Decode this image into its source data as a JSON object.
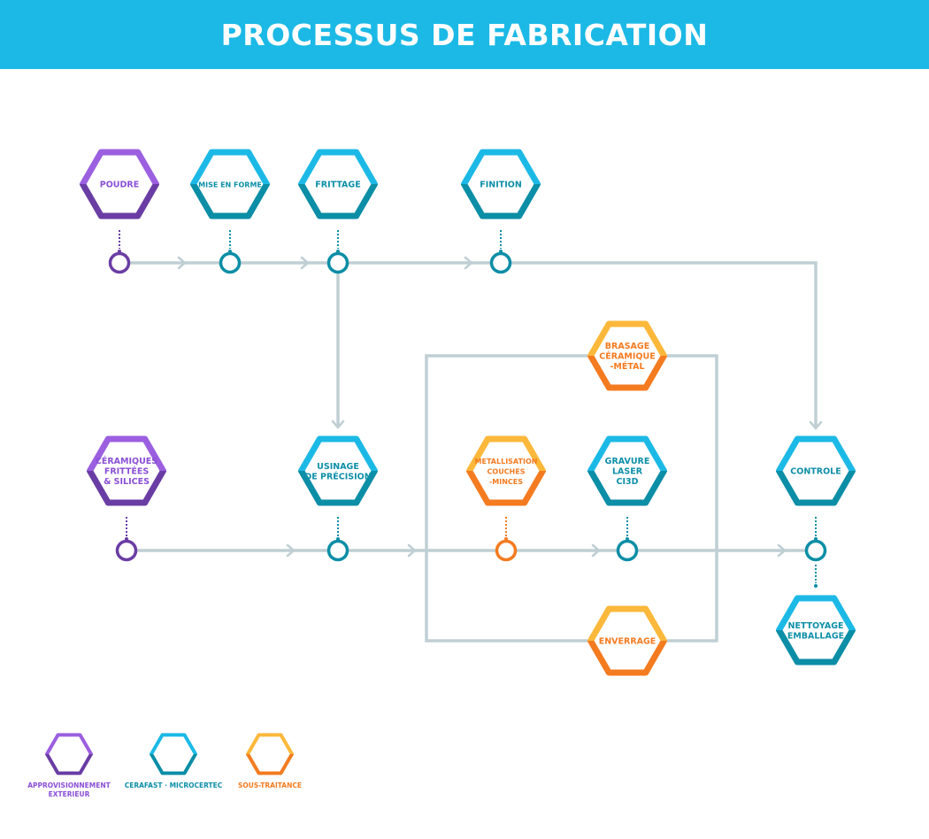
{
  "title": "PROCESSUS DE FABRICATION",
  "colors": {
    "header_bg": "#1cb9e6",
    "connector": "#bfcfd3",
    "purple": {
      "light": "#9b5fe0",
      "dark": "#6a3da4",
      "text": "#8a4fd6"
    },
    "blue": {
      "light": "#1cb9e6",
      "dark": "#0b8ea6",
      "text": "#0d8fa8"
    },
    "orange": {
      "light": "#fbb83a",
      "dark": "#f47b20",
      "text": "#f47b20"
    }
  },
  "nodes": [
    {
      "id": "poudre",
      "group": "purple",
      "lines": [
        "POUDRE"
      ]
    },
    {
      "id": "mise-en-forme",
      "group": "blue",
      "lines": [
        "MISE EN FORME"
      ]
    },
    {
      "id": "frittage",
      "group": "blue",
      "lines": [
        "FRITTAGE"
      ]
    },
    {
      "id": "finition",
      "group": "blue",
      "lines": [
        "FINITION"
      ]
    },
    {
      "id": "brasage",
      "group": "orange",
      "lines": [
        "BRASAGE",
        "CÉRAMIQUE",
        "-MÉTAL"
      ]
    },
    {
      "id": "ceramiques",
      "group": "purple",
      "lines": [
        "CÉRAMIQUES",
        "FRITTÉES",
        "& SILICES"
      ]
    },
    {
      "id": "usinage",
      "group": "blue",
      "lines": [
        "USINAGE",
        "DE PRÉCISION"
      ]
    },
    {
      "id": "metallisation",
      "group": "orange",
      "lines": [
        "METALLISATION",
        "COUCHES",
        "-MINCES"
      ]
    },
    {
      "id": "gravure",
      "group": "blue",
      "lines": [
        "GRAVURE",
        "LASER",
        "CI3D"
      ]
    },
    {
      "id": "controle",
      "group": "blue",
      "lines": [
        "CONTROLE"
      ]
    },
    {
      "id": "enverrage",
      "group": "orange",
      "lines": [
        "ENVERRAGE"
      ]
    },
    {
      "id": "nettoyage",
      "group": "blue",
      "lines": [
        "NETTOYAGE",
        "EMBALLAGE"
      ]
    }
  ],
  "legend": [
    {
      "group": "purple",
      "lines": [
        "APPROVISIONNEMENT",
        "EXTERIEUR"
      ]
    },
    {
      "group": "blue",
      "lines": [
        "CERAFAST · MICROCERTEC"
      ]
    },
    {
      "group": "orange",
      "lines": [
        "SOUS-TRAITANCE"
      ]
    }
  ]
}
